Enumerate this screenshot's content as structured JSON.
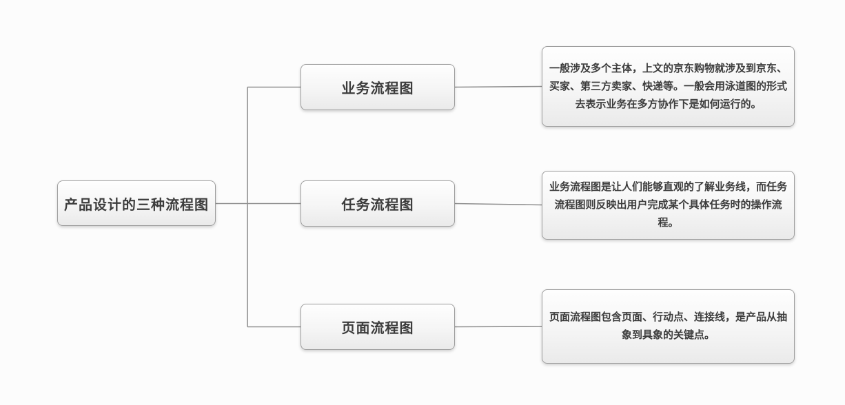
{
  "diagram": {
    "root": {
      "label": "产品设计的三种流程图"
    },
    "branches": [
      {
        "label": "业务流程图",
        "description": "一般涉及多个主体，上文的京东购物就涉及到京东、买家、第三方卖家、快递等。一般会用泳道图的形式去表示业务在多方协作下是如何运行的。"
      },
      {
        "label": "任务流程图",
        "description": "业务流程图是让人们能够直观的了解业务线，而任务流程图则反映出用户完成某个具体任务时的操作流程。"
      },
      {
        "label": "页面流程图",
        "description": "页面流程图包含页面、行动点、连接线，是产品从抽象到具象的关键点。"
      }
    ],
    "colors": {
      "line": "#8f8f8f",
      "box_border": "#9e9e9e",
      "box_fill_top": "#fefefe",
      "box_fill_bottom": "#eaeaea",
      "text": "#3c3c3c",
      "page_bg": "#fcfcfc"
    }
  }
}
